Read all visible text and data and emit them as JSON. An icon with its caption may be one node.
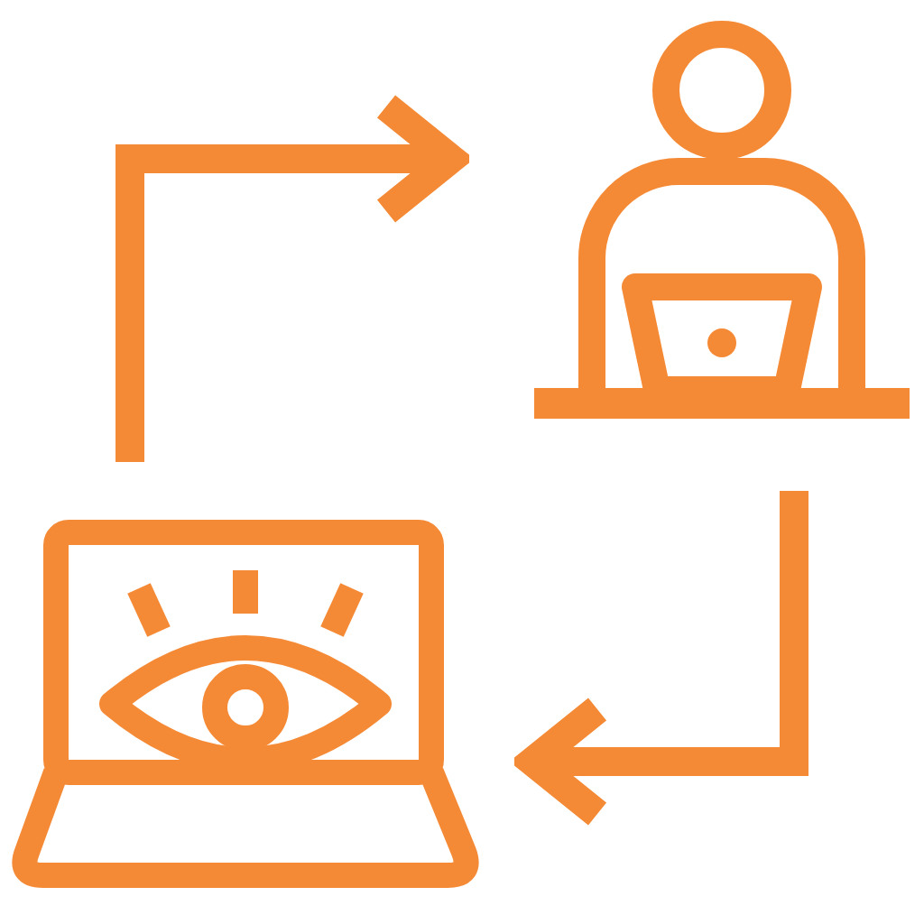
{
  "diagram": {
    "nodes": [
      {
        "text": [],
        "shape": "picture"
      },
      {
        "text": [],
        "shape": "picture"
      }
    ],
    "edges": [
      {
        "from": 1,
        "to": 0,
        "arrow": "to"
      },
      {
        "from": 0,
        "to": 1,
        "arrow": "to"
      }
    ]
  }
}
